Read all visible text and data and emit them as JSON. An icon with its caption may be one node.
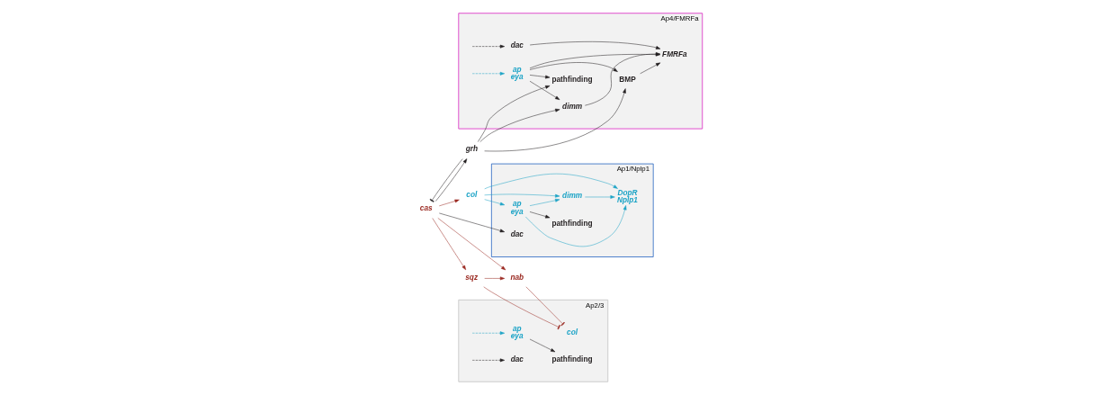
{
  "diagram": {
    "nodes": [
      {
        "text": [
          "cas"
        ]
      },
      {
        "text": [
          "col"
        ]
      },
      {
        "text": [
          "sqz"
        ]
      },
      {
        "text": [
          "nab"
        ]
      },
      {
        "text": [
          "grh"
        ]
      },
      {
        "text": [
          "Ap1/Nplp1"
        ]
      },
      {
        "text": [
          "ap eya"
        ],
        "in": 5
      },
      {
        "text": [
          "dimm"
        ],
        "in": 5
      },
      {
        "text": [
          "DopR Nplp1"
        ],
        "in": 5
      },
      {
        "text": [
          "dac"
        ],
        "in": 5
      },
      {
        "text": [
          "pathfinding"
        ],
        "in": 5
      },
      {
        "text": [
          "Ap2/3"
        ]
      },
      {
        "text": [
          "ap eya"
        ],
        "in": 11
      },
      {
        "text": [
          "pathfinding"
        ],
        "in": 11
      },
      {
        "text": [
          "col"
        ],
        "in": 11
      },
      {
        "text": [
          "dac"
        ],
        "in": 11
      },
      {
        "text": [
          "Ap4/FMRFa"
        ]
      },
      {
        "text": [
          "ap eya"
        ],
        "in": 16
      },
      {
        "text": [
          "dimm"
        ],
        "in": 16
      },
      {
        "text": [
          "BMP"
        ],
        "in": 16
      },
      {
        "text": [
          "FMRFa"
        ],
        "in": 16
      },
      {
        "text": [
          "pathfinding"
        ],
        "in": 16
      },
      {
        "text": [
          "dac"
        ],
        "in": 16
      }
    ],
    "edges": [
      {
        "from": 0,
        "to": 1,
        "arrow": "to",
        "color": "#9b2a22"
      },
      {
        "from": 0,
        "to": 2,
        "arrow": "to",
        "color": "#9b2a22"
      },
      {
        "from": 0,
        "to": 3,
        "arrow": "to",
        "color": "#9b2a22"
      },
      {
        "from": 2,
        "to": 3,
        "arrow": "to",
        "color": "#9b2a22"
      },
      {
        "from": 0,
        "to": 9,
        "arrow": "to"
      },
      {
        "from": 0,
        "to": 4,
        "arrow": "to"
      },
      {
        "from": 4,
        "to": 0,
        "arrow": "other"
      },
      {
        "from": 1,
        "to": 7,
        "arrow": "to",
        "color": "#1ba3c6"
      },
      {
        "from": 1,
        "to": 8,
        "arrow": "to",
        "color": "#1ba3c6"
      },
      {
        "from": 1,
        "to": 6,
        "arrow": "to",
        "color": "#1ba3c6"
      },
      {
        "from": 6,
        "to": 7,
        "arrow": "to",
        "color": "#1ba3c6"
      },
      {
        "from": 7,
        "to": 8,
        "arrow": "to",
        "color": "#1ba3c6"
      },
      {
        "from": 6,
        "to": 8,
        "arrow": "to",
        "color": "#1ba3c6"
      },
      {
        "from": 6,
        "to": 10,
        "arrow": "to"
      },
      {
        "from": 2,
        "to": 14,
        "arrow": "other",
        "color": "#9b2a22"
      },
      {
        "from": 3,
        "to": 14,
        "arrow": "other",
        "color": "#9b2a22"
      },
      {
        "from": null,
        "to": 12,
        "arrow": "to",
        "style": "dashed",
        "color": "#1ba3c6"
      },
      {
        "from": 12,
        "to": 13,
        "arrow": "to"
      },
      {
        "from": null,
        "to": 15,
        "arrow": "to",
        "style": "dashed"
      },
      {
        "from": null,
        "to": 17,
        "arrow": "to",
        "style": "dashed",
        "color": "#1ba3c6"
      },
      {
        "from": 17,
        "to": 18,
        "arrow": "to"
      },
      {
        "from": 17,
        "to": 20,
        "arrow": "to"
      },
      {
        "from": 17,
        "to": 19,
        "arrow": "to"
      },
      {
        "from": 17,
        "to": 21,
        "arrow": "to"
      },
      {
        "from": 4,
        "to": 18,
        "arrow": "to"
      },
      {
        "from": 4,
        "to": 19,
        "arrow": "to"
      },
      {
        "from": 4,
        "to": 21,
        "arrow": "to"
      },
      {
        "from": 18,
        "to": 20,
        "arrow": "to"
      },
      {
        "from": 19,
        "to": 20,
        "arrow": "to"
      },
      {
        "from": null,
        "to": 22,
        "arrow": "to",
        "style": "dashed"
      },
      {
        "from": 22,
        "to": 20,
        "arrow": "to"
      }
    ]
  }
}
